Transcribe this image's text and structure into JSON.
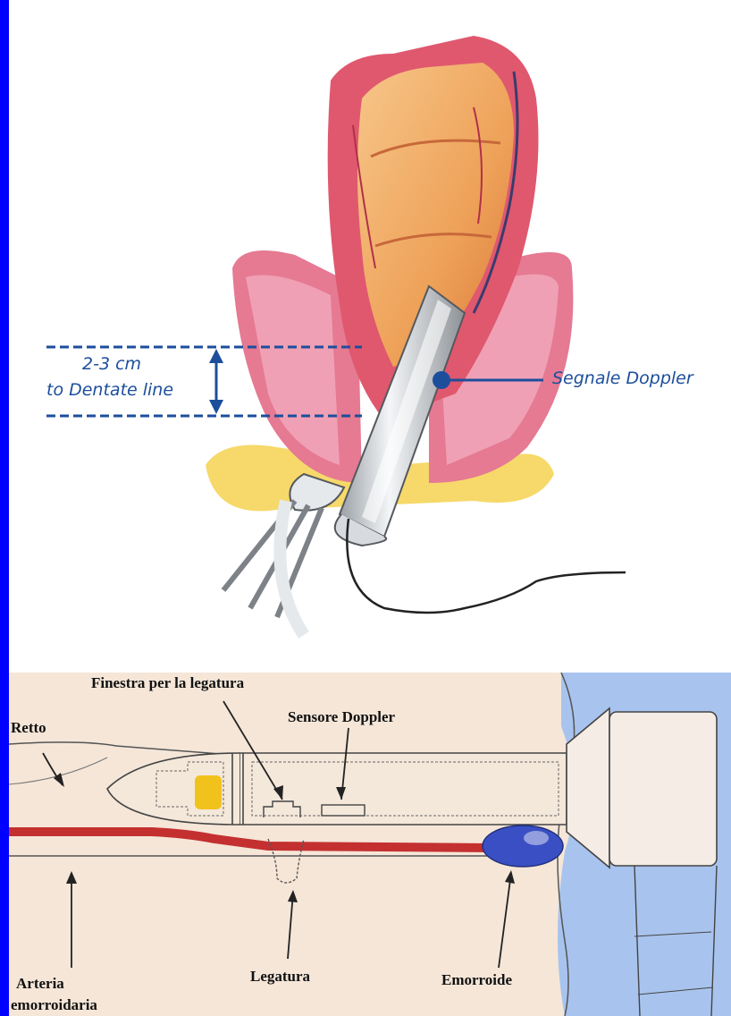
{
  "top_illustration": {
    "measure_line1": "2-3 cm",
    "measure_line2": "to Dentate line",
    "doppler_signal_label": "Segnale Doppler"
  },
  "bottom_diagram": {
    "label_ligation_window": "Finestra per la legatura",
    "label_rectum": "Retto",
    "label_doppler_sensor": "Sensore Doppler",
    "label_artery_line1": "Arteria",
    "label_artery_line2": "emorroidaria",
    "label_ligature": "Legatura",
    "label_hemorrhoid": "Emorroide"
  },
  "colors": {
    "frame": "#0000ff",
    "annotation_blue": "#1c4e9c",
    "artery_red": "#c43030",
    "hemorrhoid_blue": "#3a4fc4",
    "light_yellow": "#f2c21c"
  }
}
